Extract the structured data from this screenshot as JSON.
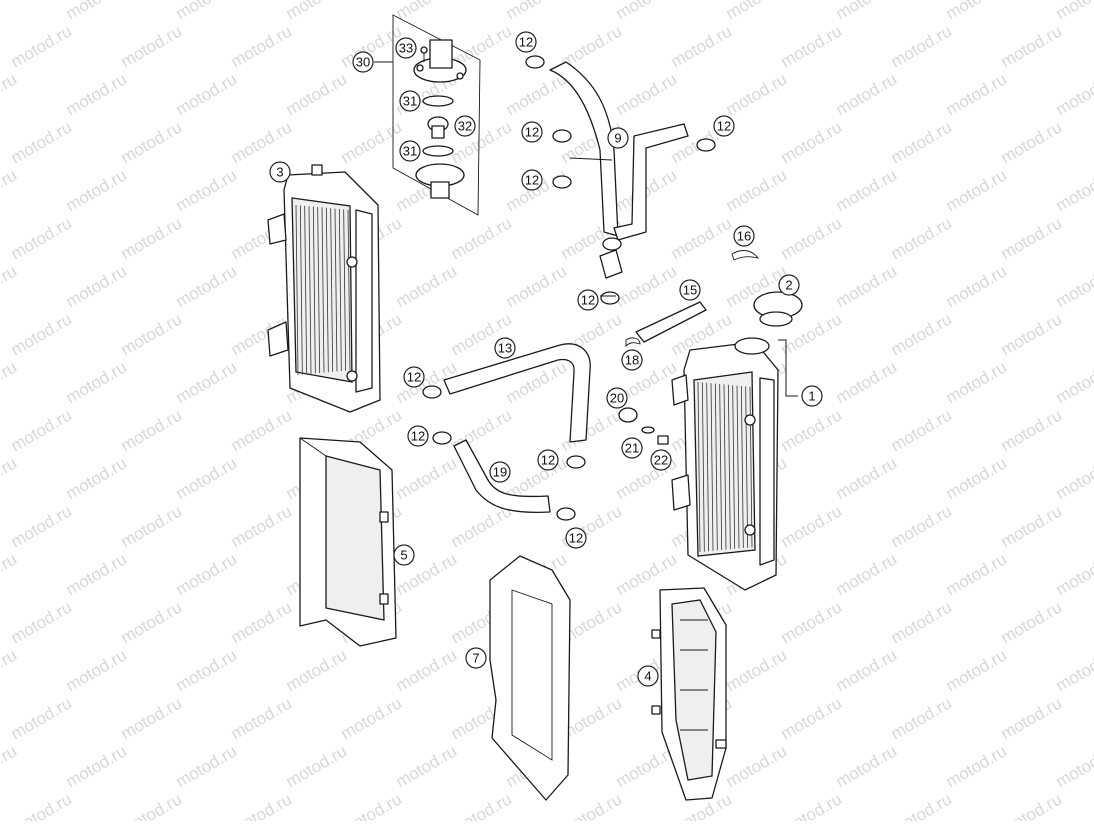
{
  "watermark": "motod.ru",
  "callouts": [
    {
      "id": "c1",
      "text": "1"
    },
    {
      "id": "c2",
      "text": "2"
    },
    {
      "id": "c3",
      "text": "3"
    },
    {
      "id": "c4",
      "text": "4"
    },
    {
      "id": "c5",
      "text": "5"
    },
    {
      "id": "c7",
      "text": "7"
    },
    {
      "id": "c9",
      "text": "9"
    },
    {
      "id": "c12",
      "text": "12"
    },
    {
      "id": "c13",
      "text": "13"
    },
    {
      "id": "c15",
      "text": "15"
    },
    {
      "id": "c16",
      "text": "16"
    },
    {
      "id": "c18",
      "text": "18"
    },
    {
      "id": "c19",
      "text": "19"
    },
    {
      "id": "c20",
      "text": "20"
    },
    {
      "id": "c21",
      "text": "21"
    },
    {
      "id": "c22",
      "text": "22"
    },
    {
      "id": "c30",
      "text": "30"
    },
    {
      "id": "c31",
      "text": "31"
    },
    {
      "id": "c32",
      "text": "32"
    },
    {
      "id": "c33",
      "text": "33"
    }
  ]
}
